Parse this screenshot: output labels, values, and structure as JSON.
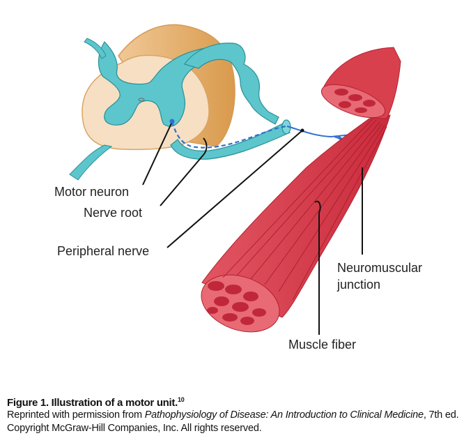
{
  "figure": {
    "labels": {
      "motor_neuron": "Motor neuron",
      "nerve_root": "Nerve root",
      "peripheral_nerve": "Peripheral nerve",
      "neuromuscular_line1": "Neuromuscular",
      "neuromuscular_line2": "junction",
      "muscle_fiber": "Muscle fiber"
    },
    "colors": {
      "spinal_cord_light": "#f5dcbc",
      "spinal_cord_dark": "#e0a860",
      "gray_matter": "#5cc6cc",
      "nerve_outline": "#2a8f96",
      "axon": "#2f6fd0",
      "muscle": "#d9404e",
      "muscle_dark": "#b22030",
      "leader": "#111111"
    }
  },
  "caption": {
    "title": "Figure 1. Illustration of a motor unit.",
    "reference": "10",
    "body_prefix": "Reprinted with permission from ",
    "book_title": "Pathophysiology of Disease: An Introduction to Clinical Medicine",
    "body_suffix": ", 7th ed. Copyright McGraw-Hill Companies, Inc. All rights reserved."
  }
}
